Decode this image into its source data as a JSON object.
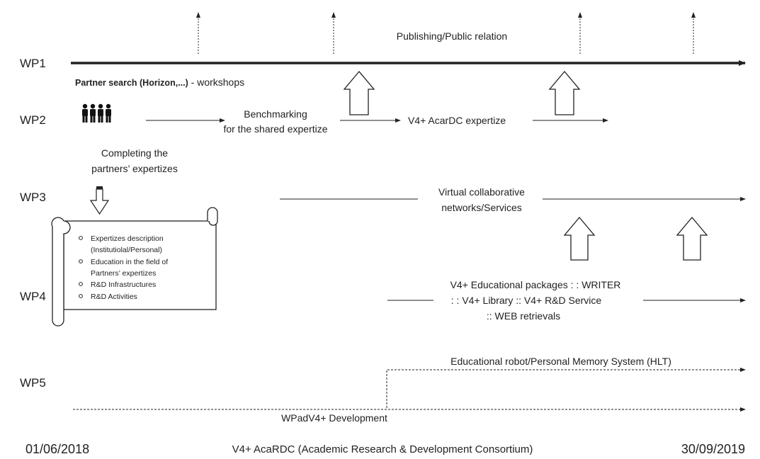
{
  "wp_labels": [
    "WP1",
    "WP2",
    "WP3",
    "WP4",
    "WP5"
  ],
  "wp1": {
    "public_relation": "Publishing/Public relation"
  },
  "partner_search": {
    "bold": "Partner search (Horizon,...)",
    "rest": " - workshops"
  },
  "wp2": {
    "benchmarking_line1": "Benchmarking",
    "benchmarking_line2": "for the shared expertize",
    "expertize": "V4+ AcarDC expertize"
  },
  "completing": {
    "line1": "Completing  the",
    "line2": "partners’ expertizes"
  },
  "scroll_items": [
    "Expertizes description",
    "(Institutiolal/Personal)",
    "Education in the field of",
    "Partners’ expertizes",
    "R&D Infrastructures",
    "R&D Activities"
  ],
  "wp3": {
    "line1": "Virtual collaborative",
    "line2": "networks/Services"
  },
  "wp4": {
    "line1": "V4+ Educational packages : : WRITER",
    "line2": ": :  V4+ Library :: V4+ R&D Service",
    "line3": "::  WEB retrievals"
  },
  "wp5": {
    "robot": "Educational robot/Personal Memory System (HLT)"
  },
  "wpad": "WPadV4+  Development",
  "footer": {
    "start_date": "01/06/2018",
    "consortium": "V4+ AcaRDC (Academic Research & Development Consortium)",
    "end_date": "30/09/2019"
  },
  "colors": {
    "ink": "#222222",
    "background": "#ffffff"
  }
}
